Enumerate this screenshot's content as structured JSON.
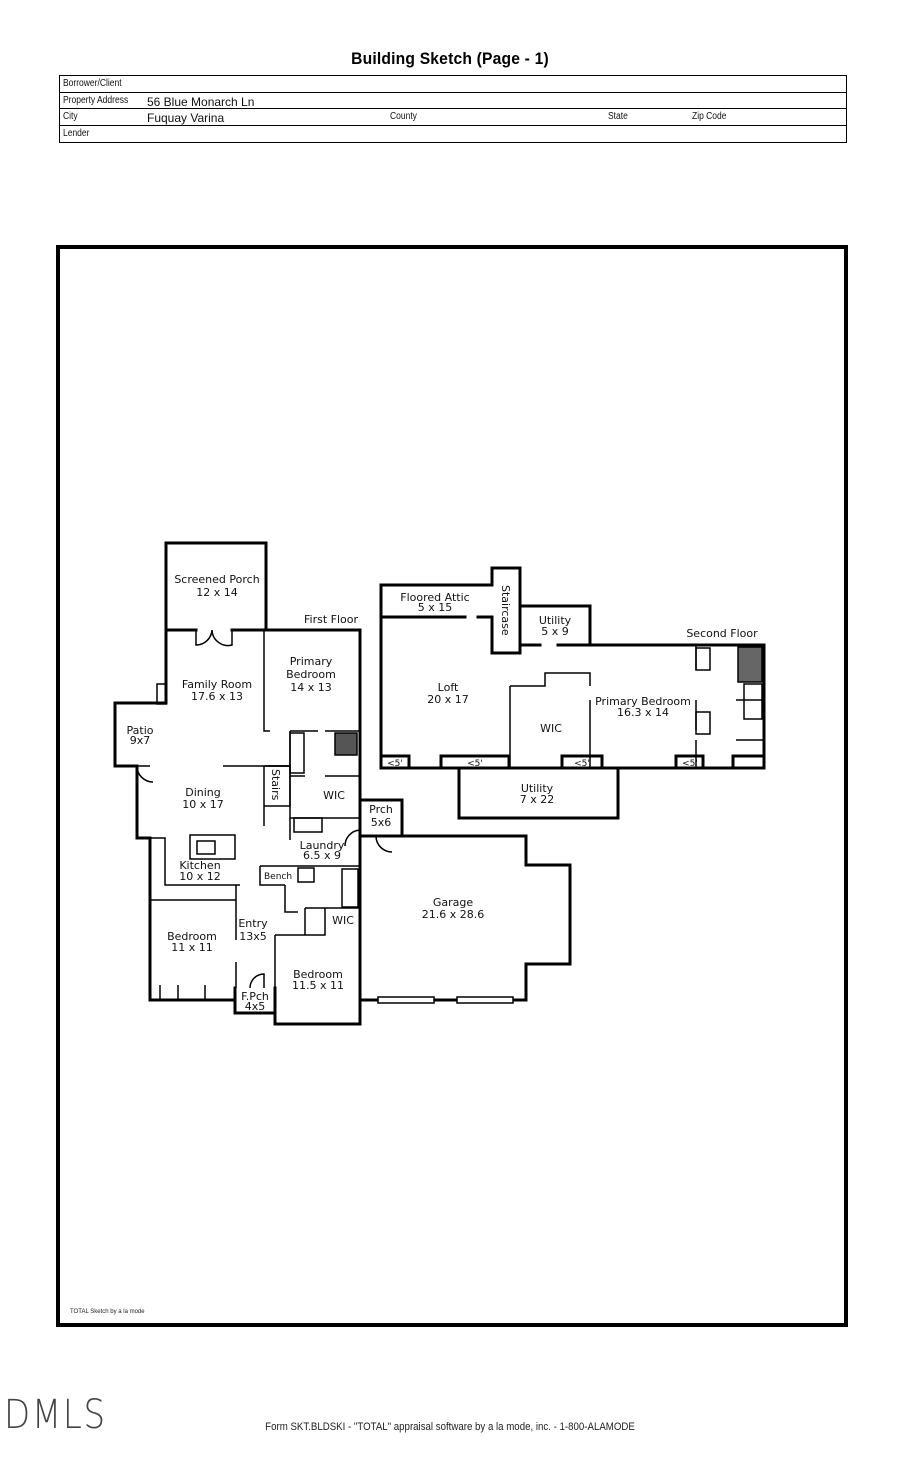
{
  "document": {
    "title": "Building Sketch (Page - 1)",
    "header": {
      "borrower_label": "Borrower/Client",
      "borrower_value": "",
      "address_label": "Property Address",
      "address_value": "56 Blue Monarch Ln",
      "city_label": "City",
      "city_value": "Fuquay Varina",
      "county_label": "County",
      "county_value": "",
      "state_label": "State",
      "state_value": "",
      "zip_label": "Zip Code",
      "zip_value": "",
      "lender_label": "Lender",
      "lender_value": ""
    },
    "sketch_credit": "TOTAL Sketch by a la mode",
    "footer_form": "Form SKT.BLDSKI - \"TOTAL\" appraisal software by a la mode, inc. - 1-800-ALAMODE",
    "watermark": "DMLS"
  },
  "floor_plan": {
    "first_floor": {
      "label": "First Floor",
      "rooms": [
        {
          "name": "Screened Porch",
          "dims": "12 x 14"
        },
        {
          "name": "Family Room",
          "dims": "17.6 x 13"
        },
        {
          "name": "Primary Bedroom",
          "name_line1": "Primary",
          "name_line2": "Bedroom",
          "dims": "14 x 13"
        },
        {
          "name": "Patio",
          "dims": "9x7"
        },
        {
          "name": "Dining",
          "dims": "10 x 17"
        },
        {
          "name": "Stairs",
          "dims": ""
        },
        {
          "name": "WIC",
          "dims": ""
        },
        {
          "name": "Prch",
          "dims": "5x6"
        },
        {
          "name": "Laundry",
          "dims": "6.5 x 9"
        },
        {
          "name": "Kitchen",
          "dims": "10 x 12"
        },
        {
          "name": "Bench",
          "dims": ""
        },
        {
          "name": "WIC",
          "dims": ""
        },
        {
          "name": "Entry",
          "dims": "13x5"
        },
        {
          "name": "Bedroom",
          "dims": "11 x 11"
        },
        {
          "name": "Bedroom",
          "dims": "11.5 x 11"
        },
        {
          "name": "F.Pch",
          "dims": "4x5"
        },
        {
          "name": "Garage",
          "dims": "21.6 x 28.6"
        }
      ]
    },
    "second_floor": {
      "label": "Second Floor",
      "rooms": [
        {
          "name": "Floored Attic",
          "dims": "5 x 15"
        },
        {
          "name": "Staircase",
          "dims": ""
        },
        {
          "name": "Utility",
          "dims": "5 x 9"
        },
        {
          "name": "Loft",
          "dims": "20 x 17"
        },
        {
          "name": "WIC",
          "dims": ""
        },
        {
          "name": "Primary Bedroom",
          "dims": "16.3 x 14"
        },
        {
          "name": "Utility",
          "dims": "7 x 22"
        }
      ],
      "low_ceiling_marker": "<5'"
    }
  }
}
